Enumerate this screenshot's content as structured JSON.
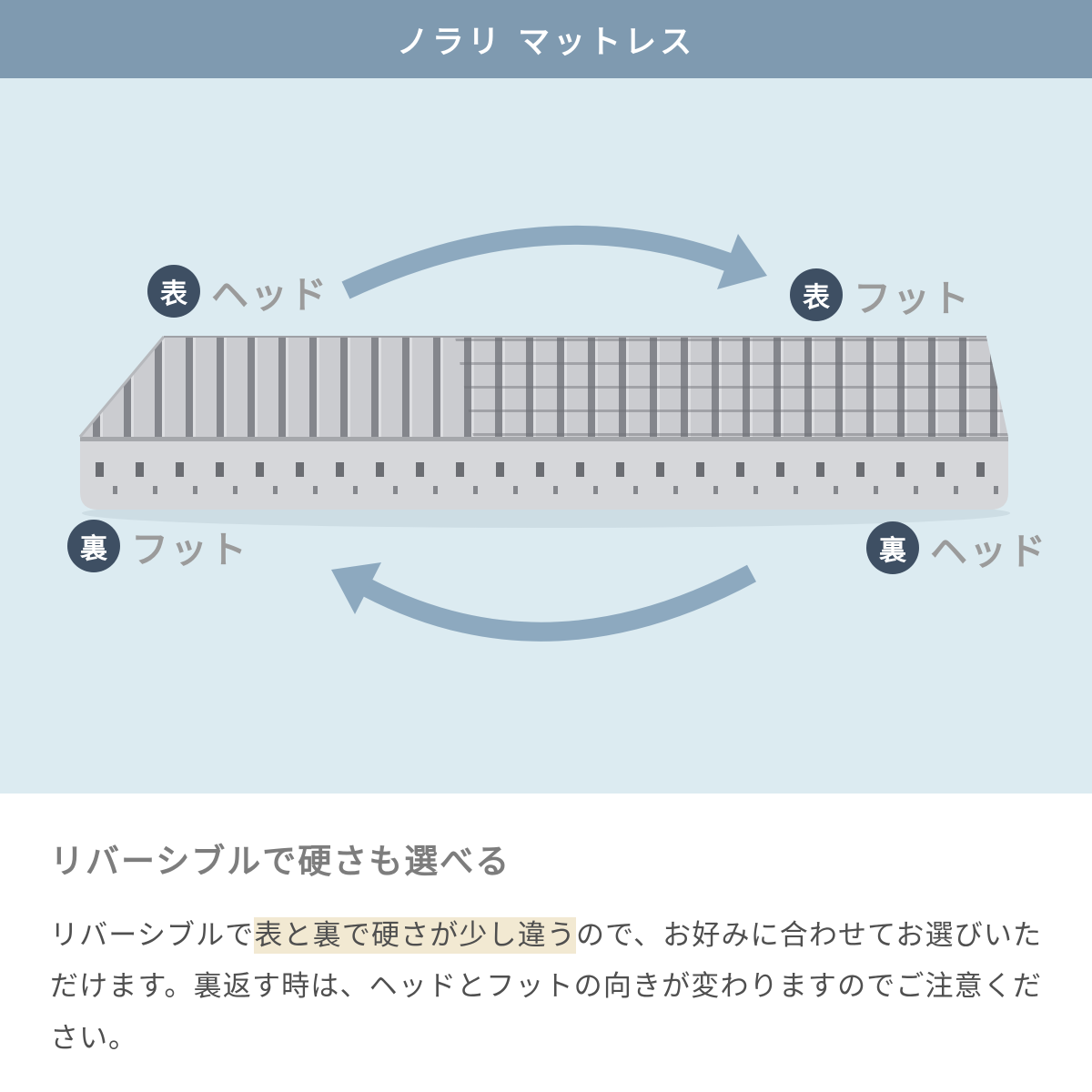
{
  "header": {
    "title": "ノラリ マットレス"
  },
  "diagram": {
    "labels": {
      "top_left": {
        "badge": "表",
        "text": "ヘッド"
      },
      "top_right": {
        "badge": "表",
        "text": "フット"
      },
      "bottom_left": {
        "badge": "裏",
        "text": "フット"
      },
      "bottom_right": {
        "badge": "裏",
        "text": "ヘッド"
      }
    },
    "colors": {
      "header_bar": "#7f9ab0",
      "hero_background": "#dcebf1",
      "badge": "#3e4f63",
      "arrow": "#8da9bf",
      "mattress_body": "#d6d7da"
    }
  },
  "content": {
    "heading": "リバーシブルで硬さも選べる",
    "paragraph": {
      "before": "リバーシブルで",
      "highlight": "表と裏で硬さが少し違う",
      "after": "ので、お好みに合わせてお選びいただけます。裏返す時は、ヘッドとフットの向きが変わりますのでご注意ください。"
    },
    "highlight_color": "#f2e9d2"
  }
}
